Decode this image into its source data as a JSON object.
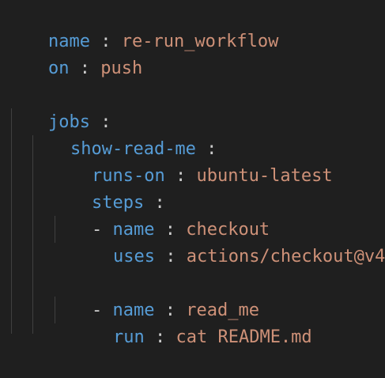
{
  "theme": {
    "background": "#1f1f1f",
    "key_color": "#569cd6",
    "value_color": "#ce9178",
    "punctuation_color": "#cccccc",
    "indent_guide_color": "#404040"
  },
  "code": {
    "separator": " : ",
    "dash": "- ",
    "lines": [
      {
        "key": "name",
        "value": "re-run_workflow"
      },
      {
        "key": "on",
        "value": "push"
      },
      {
        "key": "jobs",
        "value": ""
      },
      {
        "key": "show-read-me",
        "value": ""
      },
      {
        "key": "runs-on",
        "value": "ubuntu-latest"
      },
      {
        "key": "steps",
        "value": ""
      },
      {
        "key": "name",
        "value": "checkout"
      },
      {
        "key": "uses",
        "value": "actions/checkout@v4"
      },
      {
        "key": "name",
        "value": "read_me"
      },
      {
        "key": "run",
        "value": "cat README.md"
      }
    ]
  }
}
